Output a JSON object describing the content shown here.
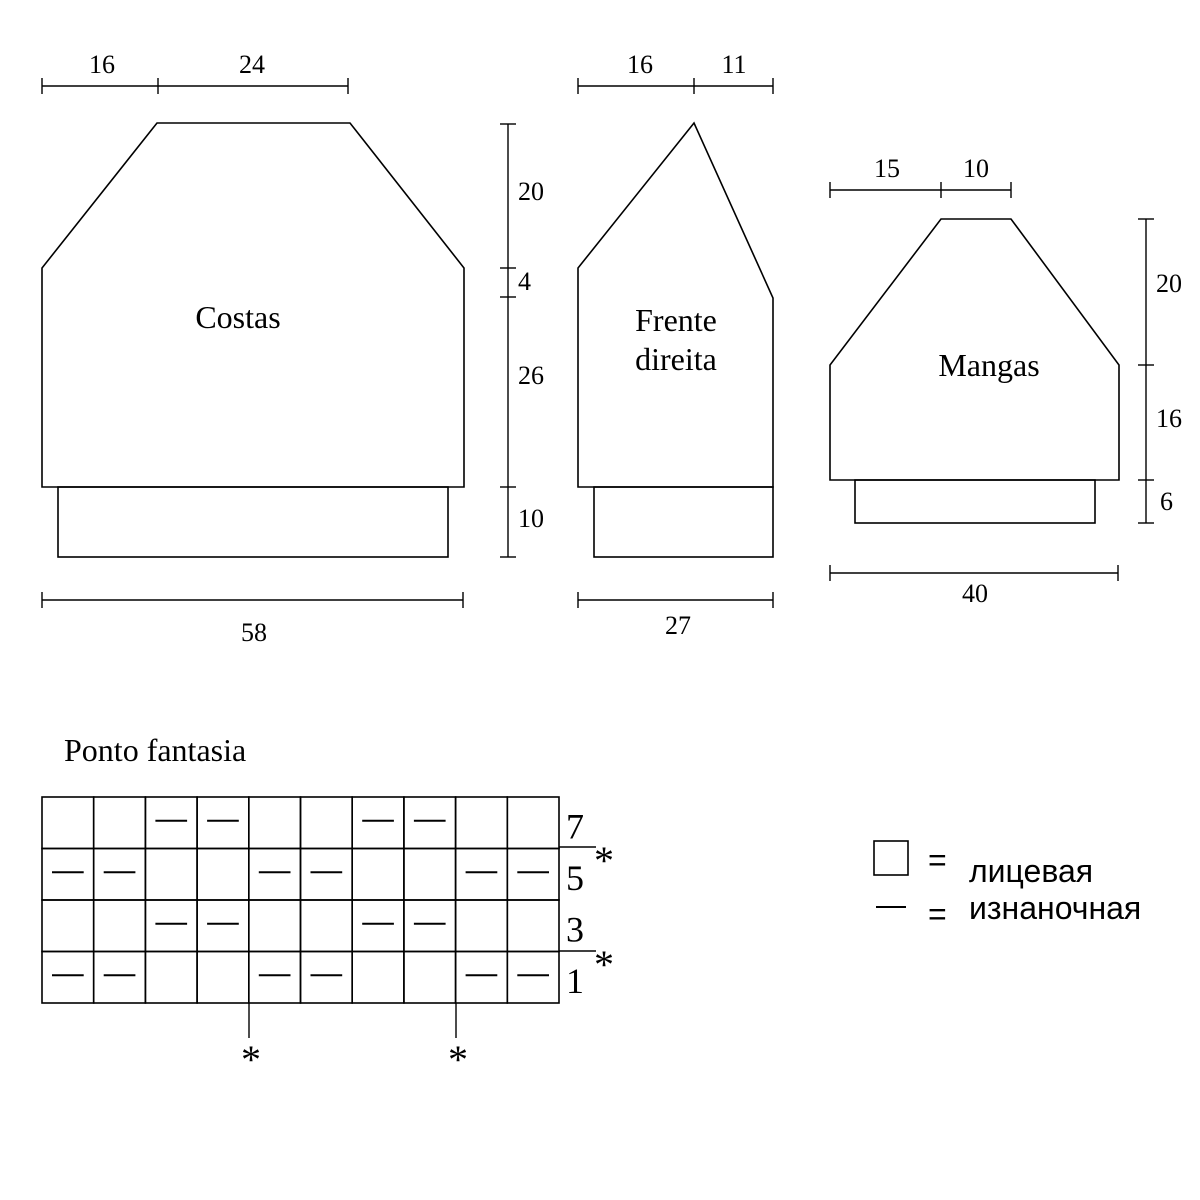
{
  "pieces": {
    "costas": {
      "label": "Costas",
      "top_dims": [
        "16",
        "24"
      ],
      "side_dims": [
        "20",
        "4",
        "26",
        "10"
      ],
      "bottom_dim": "58"
    },
    "frente": {
      "label_line1": "Frente",
      "label_line2": "direita",
      "top_dims": [
        "16",
        "11"
      ],
      "bottom_dim": "27"
    },
    "mangas": {
      "label": "Mangas",
      "top_dims": [
        "15",
        "10"
      ],
      "side_dims": [
        "20",
        "16",
        "6"
      ],
      "bottom_dim": "40"
    }
  },
  "stitch_chart": {
    "title": "Ponto fantasia",
    "columns": 10,
    "rows": [
      {
        "label": "7",
        "purl": [
          2,
          3,
          6,
          7
        ]
      },
      {
        "label": "5",
        "purl": [
          0,
          1,
          4,
          5,
          8,
          9
        ]
      },
      {
        "label": "3",
        "purl": [
          2,
          3,
          6,
          7
        ]
      },
      {
        "label": "1",
        "purl": [
          0,
          1,
          4,
          5,
          8,
          9
        ]
      }
    ],
    "repeat_marker": "*"
  },
  "legend": {
    "equals": "=",
    "knit_label": "лицевая",
    "purl_label": "изнаночная"
  }
}
